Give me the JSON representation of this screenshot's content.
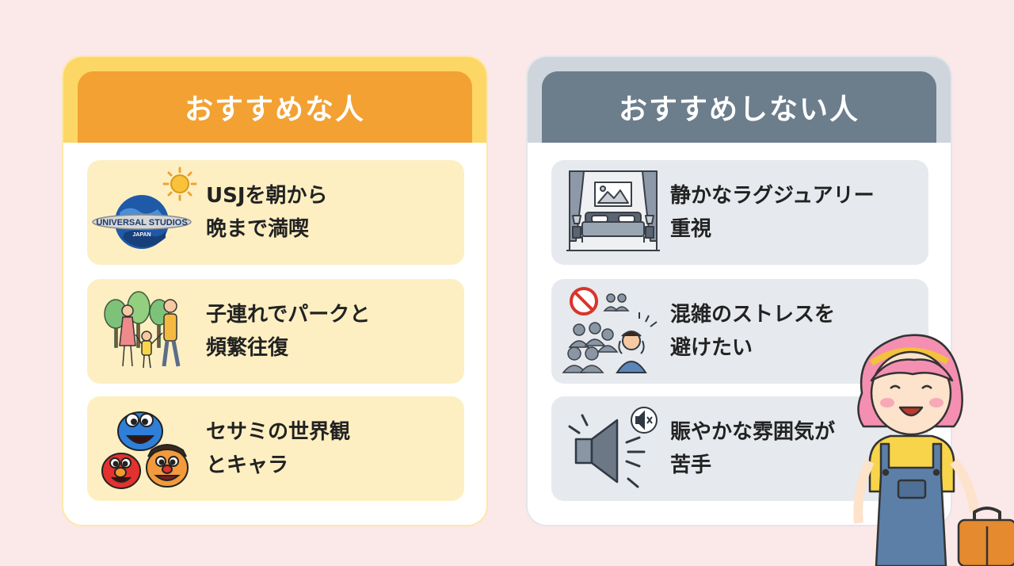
{
  "left_panel": {
    "title": "おすすめな人",
    "cards": [
      {
        "line1": "USJを朝から",
        "line2": "晩まで満喫",
        "icon": "universal-studios-globe-icon",
        "logo_text": "UNIVERSAL STUDIOS",
        "logo_sub": "JAPAN"
      },
      {
        "line1": "子連れでパークと",
        "line2": "頻繁往復",
        "icon": "family-walking-icon"
      },
      {
        "line1": "セサミの世界観",
        "line2": "とキャラ",
        "icon": "sesame-characters-icon"
      }
    ]
  },
  "right_panel": {
    "title": "おすすめしない人",
    "cards": [
      {
        "line1": "静かなラグジュアリー",
        "line2": "重視",
        "icon": "luxury-bedroom-icon"
      },
      {
        "line1": "混雑のストレスを",
        "line2": "避けたい",
        "icon": "crowd-stress-icon"
      },
      {
        "line1": "賑やかな雰囲気が",
        "line2": "苦手",
        "icon": "loud-speaker-icon"
      }
    ]
  },
  "colors": {
    "background": "#fbe8e8",
    "left_header": "#f2a132",
    "left_frame": "#fcd766",
    "left_card": "#fdefc2",
    "right_header": "#6c7d8c",
    "right_frame": "#cfd5dc",
    "right_card": "#e6e9ed"
  }
}
